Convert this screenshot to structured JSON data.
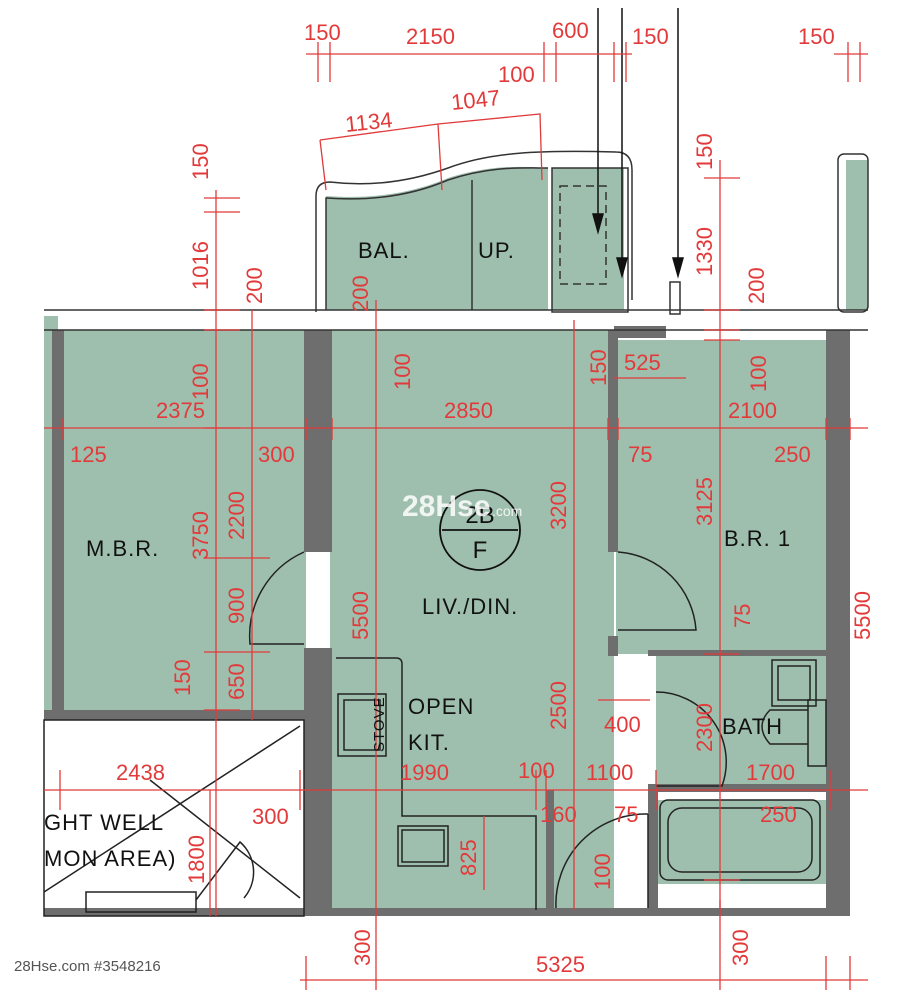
{
  "rooms": {
    "balcony": "BAL.",
    "utility_platform": "UP.",
    "master_bedroom": "M.B.R.",
    "bedroom_1": "B.R. 1",
    "living_dining": "LIV./DIN.",
    "open_kitchen_line1": "OPEN",
    "open_kitchen_line2": "KIT.",
    "bath": "BATH",
    "stove": "STOVE",
    "light_well_line1": "GHT WELL",
    "light_well_line2": "MON AREA)"
  },
  "unit_badge": {
    "top": "2B",
    "bottom": "F"
  },
  "watermark": {
    "main": "28Hse",
    "suffix": ".com"
  },
  "footer_credit": "28Hse.com #3548216",
  "dimensions": {
    "top_150a": "150",
    "top_2150": "2150",
    "top_600": "600",
    "top_150b": "150",
    "top_150c": "150",
    "top_100": "100",
    "curve_1134": "1134",
    "curve_1047": "1047",
    "left_150": "150",
    "left_1016": "1016",
    "left_200": "200",
    "bal_200": "200",
    "right_150": "150",
    "right_1330": "1330",
    "right_200": "200",
    "mbr_100": "100",
    "liv_100": "100",
    "liv_150": "150",
    "w_525": "525",
    "br_100": "100",
    "w_2375": "2375",
    "w_2850": "2850",
    "w_2100": "2100",
    "d_125": "125",
    "d_300": "300",
    "d_75a": "75",
    "d_250a": "250",
    "h_3750": "3750",
    "h_2200": "2200",
    "h_3200": "3200",
    "h_3125": "3125",
    "h_900": "900",
    "h_5500": "5500",
    "h_75b": "75",
    "h_5500r": "5500",
    "h_150": "150",
    "h_650": "650",
    "h_2500": "2500",
    "h_2300": "2300",
    "w_400": "400",
    "w_2438": "2438",
    "w_1990": "1990",
    "w_100k": "100",
    "w_1100": "1100",
    "w_1700": "1700",
    "d_300lw": "300",
    "d_160": "160",
    "d_75c": "75",
    "d_250b": "250",
    "h_1800": "1800",
    "h_825": "825",
    "h_100b": "100",
    "b_300a": "300",
    "b_5325": "5325",
    "b_300b": "300"
  }
}
